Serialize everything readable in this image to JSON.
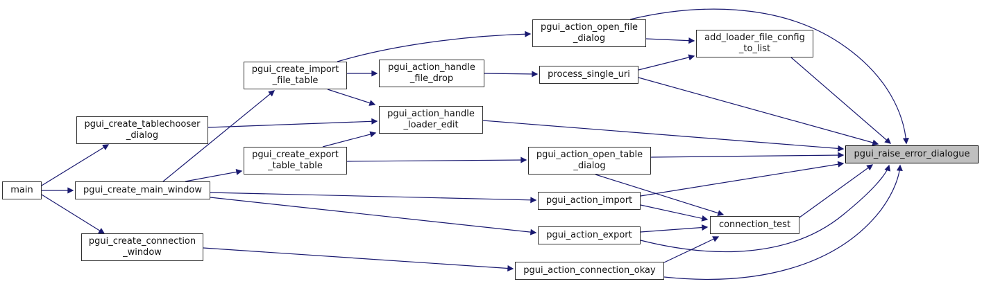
{
  "diagram": {
    "type": "call-graph",
    "edge_color": "#191970",
    "node_fill": "#ffffff",
    "highlight_fill": "#bfbfbf",
    "nodes": [
      {
        "id": "main",
        "label": "main",
        "highlighted": false
      },
      {
        "id": "pgui_create_tablechooser_dialog",
        "label": "pgui_create_tablechooser\n_dialog",
        "highlighted": false
      },
      {
        "id": "pgui_create_main_window",
        "label": "pgui_create_main_window",
        "highlighted": false
      },
      {
        "id": "pgui_create_connection_window",
        "label": "pgui_create_connection\n_window",
        "highlighted": false
      },
      {
        "id": "pgui_create_import_file_table",
        "label": "pgui_create_import\n_file_table",
        "highlighted": false
      },
      {
        "id": "pgui_create_export_table_table",
        "label": "pgui_create_export\n_table_table",
        "highlighted": false
      },
      {
        "id": "pgui_action_handle_file_drop",
        "label": "pgui_action_handle\n_file_drop",
        "highlighted": false
      },
      {
        "id": "pgui_action_handle_loader_edit",
        "label": "pgui_action_handle\n_loader_edit",
        "highlighted": false
      },
      {
        "id": "pgui_action_open_file_dialog",
        "label": "pgui_action_open_file\n_dialog",
        "highlighted": false
      },
      {
        "id": "process_single_uri",
        "label": "process_single_uri",
        "highlighted": false
      },
      {
        "id": "add_loader_file_config_to_list",
        "label": "add_loader_file_config\n_to_list",
        "highlighted": false
      },
      {
        "id": "pgui_action_open_table_dialog",
        "label": "pgui_action_open_table\n_dialog",
        "highlighted": false
      },
      {
        "id": "pgui_action_import",
        "label": "pgui_action_import",
        "highlighted": false
      },
      {
        "id": "pgui_action_export",
        "label": "pgui_action_export",
        "highlighted": false
      },
      {
        "id": "pgui_action_connection_okay",
        "label": "pgui_action_connection_okay",
        "highlighted": false
      },
      {
        "id": "connection_test",
        "label": "connection_test",
        "highlighted": false
      },
      {
        "id": "pgui_raise_error_dialogue",
        "label": "pgui_raise_error_dialogue",
        "highlighted": true
      }
    ],
    "edges": [
      {
        "from": "main",
        "to": "pgui_create_tablechooser_dialog"
      },
      {
        "from": "main",
        "to": "pgui_create_main_window"
      },
      {
        "from": "main",
        "to": "pgui_create_connection_window"
      },
      {
        "from": "pgui_create_tablechooser_dialog",
        "to": "pgui_action_handle_loader_edit"
      },
      {
        "from": "pgui_create_main_window",
        "to": "pgui_create_import_file_table"
      },
      {
        "from": "pgui_create_main_window",
        "to": "pgui_create_export_table_table"
      },
      {
        "from": "pgui_create_main_window",
        "to": "pgui_action_import"
      },
      {
        "from": "pgui_create_main_window",
        "to": "pgui_action_export"
      },
      {
        "from": "pgui_create_connection_window",
        "to": "pgui_action_connection_okay"
      },
      {
        "from": "pgui_create_import_file_table",
        "to": "pgui_action_open_file_dialog"
      },
      {
        "from": "pgui_create_import_file_table",
        "to": "pgui_action_handle_file_drop"
      },
      {
        "from": "pgui_create_import_file_table",
        "to": "pgui_action_handle_loader_edit"
      },
      {
        "from": "pgui_create_export_table_table",
        "to": "pgui_action_handle_loader_edit"
      },
      {
        "from": "pgui_create_export_table_table",
        "to": "pgui_action_open_table_dialog"
      },
      {
        "from": "pgui_action_handle_file_drop",
        "to": "process_single_uri"
      },
      {
        "from": "pgui_action_handle_loader_edit",
        "to": "pgui_raise_error_dialogue"
      },
      {
        "from": "pgui_action_open_file_dialog",
        "to": "add_loader_file_config_to_list"
      },
      {
        "from": "pgui_action_open_file_dialog",
        "to": "pgui_raise_error_dialogue"
      },
      {
        "from": "process_single_uri",
        "to": "add_loader_file_config_to_list"
      },
      {
        "from": "process_single_uri",
        "to": "pgui_raise_error_dialogue"
      },
      {
        "from": "add_loader_file_config_to_list",
        "to": "pgui_raise_error_dialogue"
      },
      {
        "from": "pgui_action_open_table_dialog",
        "to": "pgui_raise_error_dialogue"
      },
      {
        "from": "pgui_action_open_table_dialog",
        "to": "connection_test"
      },
      {
        "from": "pgui_action_import",
        "to": "pgui_raise_error_dialogue"
      },
      {
        "from": "pgui_action_import",
        "to": "connection_test"
      },
      {
        "from": "pgui_action_export",
        "to": "connection_test"
      },
      {
        "from": "pgui_action_export",
        "to": "pgui_raise_error_dialogue"
      },
      {
        "from": "pgui_action_connection_okay",
        "to": "connection_test"
      },
      {
        "from": "pgui_action_connection_okay",
        "to": "pgui_raise_error_dialogue"
      },
      {
        "from": "connection_test",
        "to": "pgui_raise_error_dialogue"
      }
    ]
  }
}
